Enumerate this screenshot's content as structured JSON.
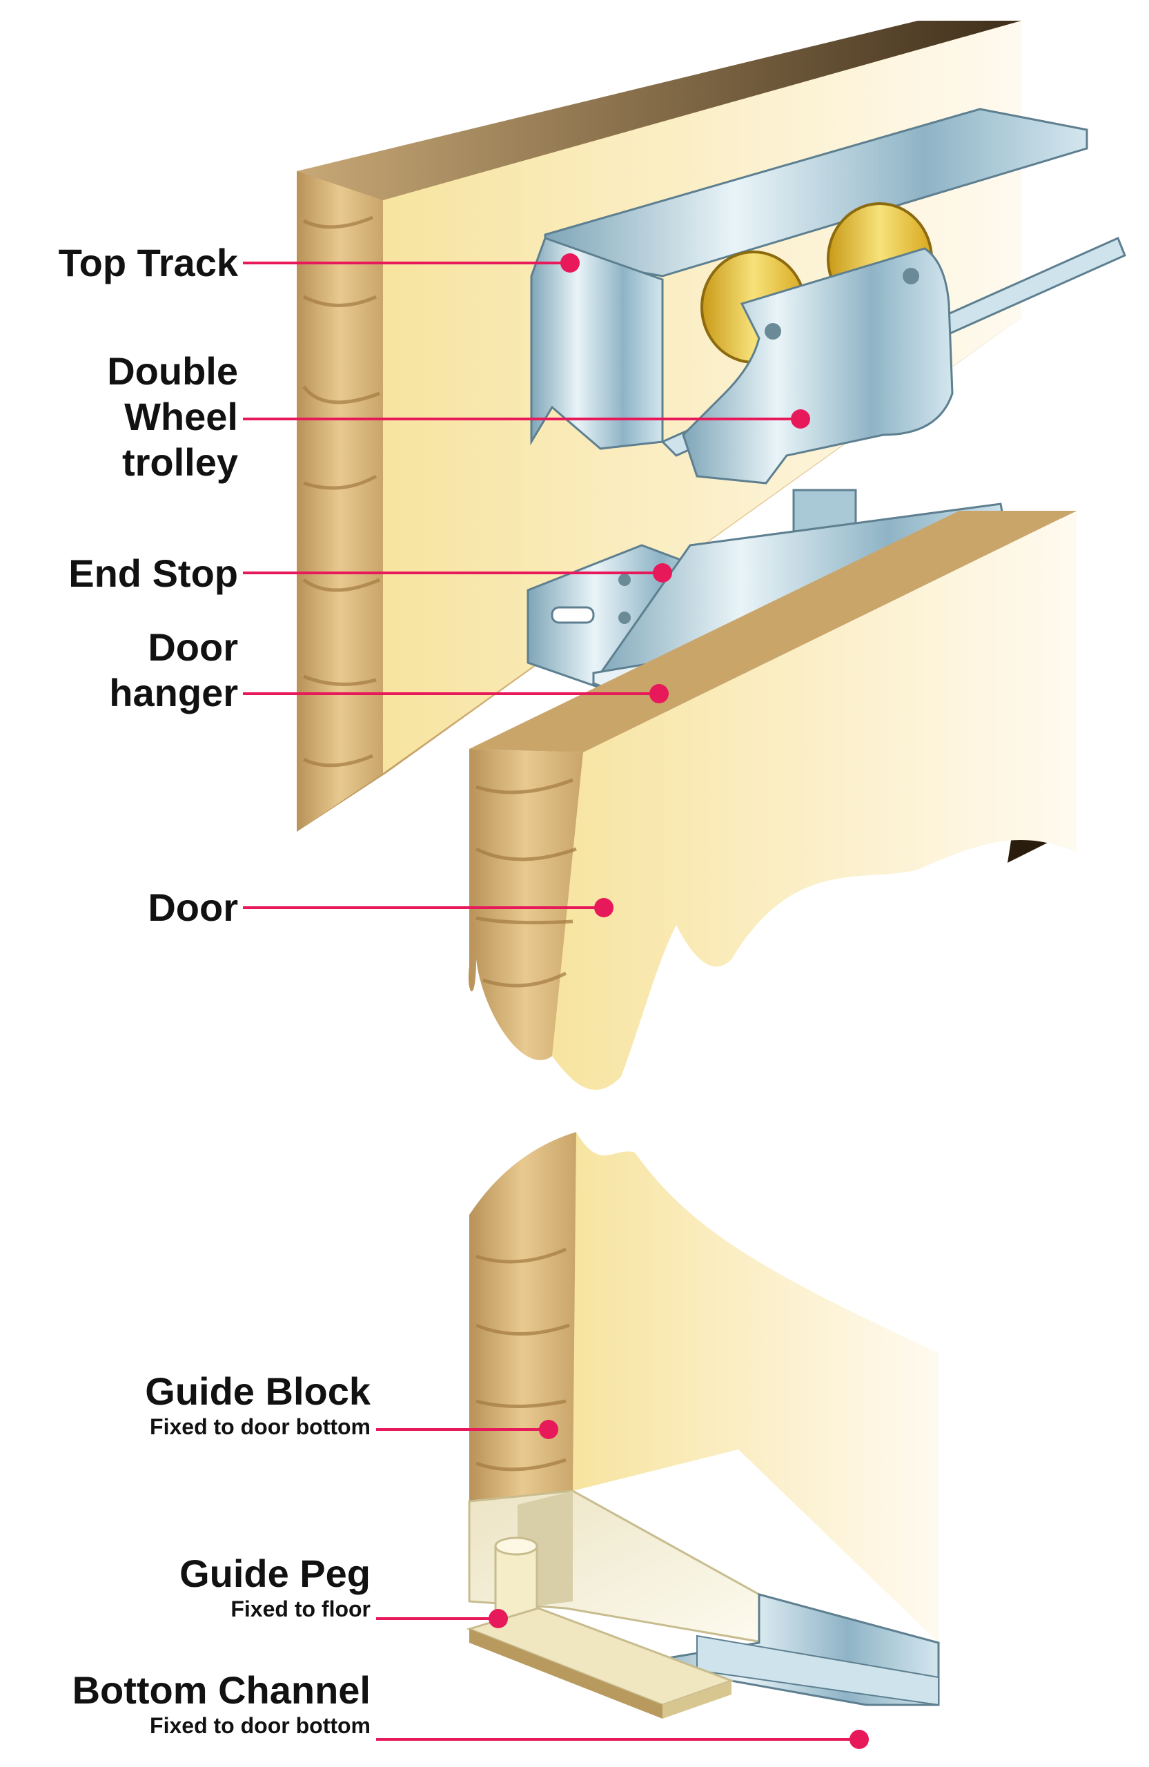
{
  "labels": {
    "top_track": "Top Track",
    "double_wheel_trolley": [
      "Double",
      "Wheel",
      "trolley"
    ],
    "end_stop": "End Stop",
    "door_hanger": [
      "Door",
      "hanger"
    ],
    "door": "Door",
    "guide_block": {
      "title": "Guide Block",
      "note": "Fixed to door bottom"
    },
    "guide_peg": {
      "title": "Guide Peg",
      "note": "Fixed to floor"
    },
    "bottom_channel": {
      "title": "Bottom Channel",
      "note": "Fixed to door bottom"
    }
  },
  "colors": {
    "leader": "#e8195a",
    "wood_face": "#f7e6a5",
    "wood_grain": "#c9a56a",
    "metal": "#a9c9d6"
  }
}
